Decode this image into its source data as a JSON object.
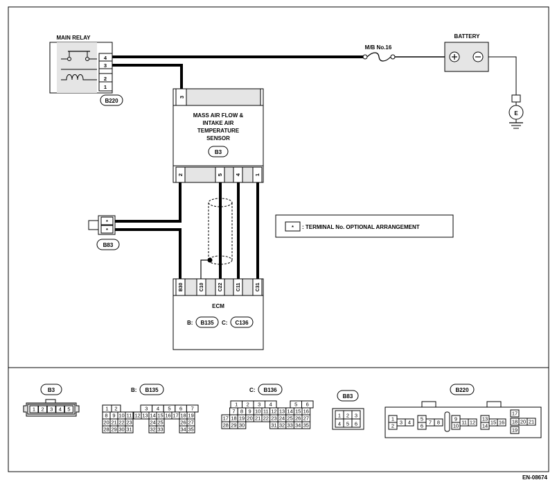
{
  "doc_id": "EN-08674",
  "main_relay": {
    "label": "MAIN RELAY",
    "pins": [
      "4",
      "3",
      "2",
      "1"
    ],
    "connector": "B220"
  },
  "fuse": {
    "label": "M/B No.16"
  },
  "battery": {
    "label": "BATTERY",
    "ground": "E"
  },
  "maf": {
    "name_lines": [
      "MASS AIR FLOW &",
      "INTAKE AIR",
      "TEMPERATURE",
      "SENSOR"
    ],
    "connector": "B3",
    "top_pin": "3",
    "bottom_pins": [
      "2",
      "5",
      "4",
      "1"
    ]
  },
  "b83": {
    "connector": "B83",
    "pins": [
      "*",
      "*"
    ]
  },
  "legend": {
    "symbol": "*",
    "text": ": TERMINAL No. OPTIONAL ARRANGEMENT"
  },
  "ecm": {
    "label": "ECM",
    "pins": [
      "B30",
      "C10",
      "C22",
      "C11",
      "C31"
    ],
    "conn_b_prefix": "B:",
    "conn_b": "B135",
    "conn_c_prefix": "C:",
    "conn_c": "C136"
  },
  "connector_views": {
    "b3": {
      "label": "B3",
      "pins": [
        "1",
        "2",
        "3",
        "4",
        "5"
      ]
    },
    "b135": {
      "prefix": "B:",
      "label": "B135",
      "row1": [
        "1",
        "2",
        "",
        "3",
        "4",
        "5",
        "6",
        "7"
      ],
      "row2": [
        "8",
        "9",
        "10",
        "11",
        "12",
        "13",
        "14",
        "15",
        "16",
        "17",
        "18",
        "19"
      ],
      "row3": [
        "20",
        "21",
        "22",
        "23",
        "24",
        "25",
        "26",
        "27"
      ],
      "row4": [
        "28",
        "29",
        "30",
        "31",
        "32",
        "33",
        "34",
        "35"
      ]
    },
    "b136": {
      "prefix": "C:",
      "label": "B136",
      "row1": [
        "1",
        "2",
        "3",
        "4",
        "5",
        "6"
      ],
      "row2": [
        "7",
        "8",
        "9",
        "10",
        "11",
        "12",
        "13",
        "14",
        "15",
        "16"
      ],
      "row3": [
        "17",
        "18",
        "19",
        "20",
        "21",
        "22",
        "23",
        "24",
        "25",
        "26",
        "27"
      ],
      "row4": [
        "28",
        "29",
        "30",
        "31",
        "32",
        "33",
        "34",
        "35"
      ]
    },
    "b83": {
      "label": "B83",
      "pins": [
        "1",
        "2",
        "3",
        "4",
        "5",
        "6"
      ]
    },
    "b220": {
      "label": "B220",
      "pins": [
        "1",
        "2",
        "3",
        "4",
        "5",
        "6",
        "7",
        "8",
        "9",
        "10",
        "11",
        "12",
        "13",
        "14",
        "15",
        "16",
        "17",
        "18",
        "19",
        "20",
        "21"
      ]
    }
  }
}
